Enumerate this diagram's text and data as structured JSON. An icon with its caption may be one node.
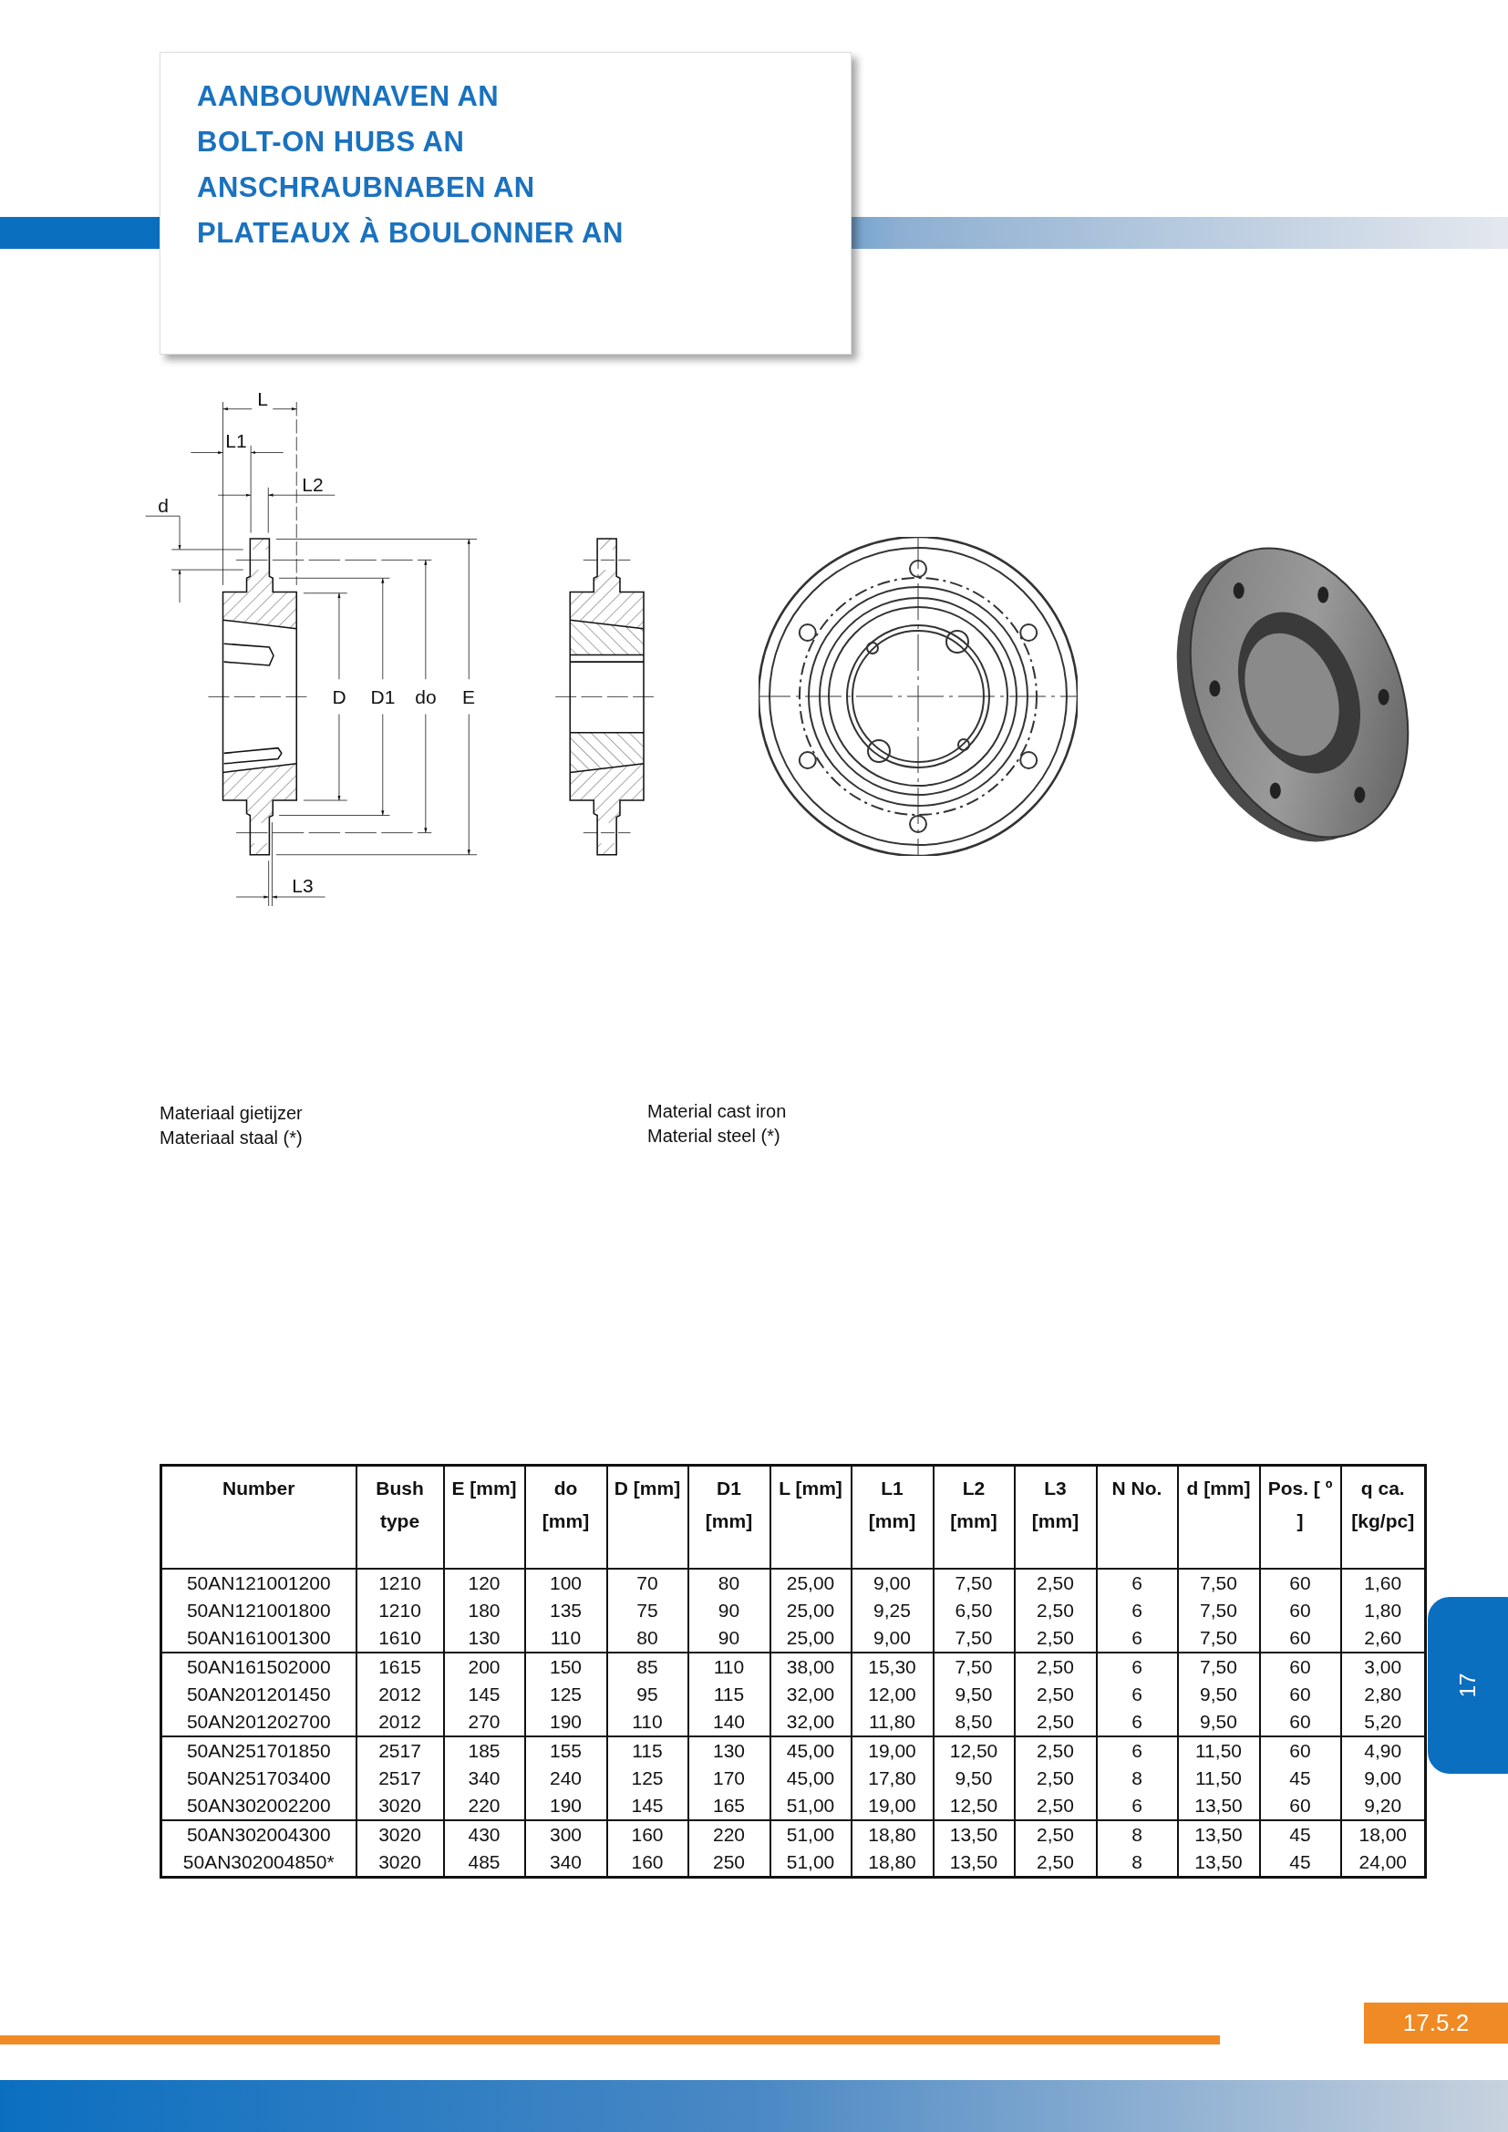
{
  "diagram": {
    "labels": [
      "AANBOUWNAVEN AN",
      "BOLT-ON HUBS AN",
      "ANSCHRAUBNABEN AN",
      "PLATEAUX À BOULONNER AN",
      "L",
      "L1",
      "L2",
      "d",
      "D",
      "D1",
      "do",
      "E",
      "L3",
      "Materiaal gietijzer",
      "Materiaal staal (*)",
      "Material cast iron",
      "Material steel (*)",
      "Number",
      "Bush type",
      "E [mm]",
      "do [mm]",
      "D [mm]",
      "D1 [mm]",
      "L [mm]",
      "L1 [mm]",
      "L2 [mm]",
      "L3 [mm]",
      "N No.",
      "d [mm]",
      "Pos. [ º ]",
      "q ca. [kg/pc]",
      "50AN121001200",
      "1210",
      "120",
      "100",
      "70",
      "80",
      "25,00",
      "9,00",
      "7,50",
      "2,50",
      "6",
      "7,50",
      "60",
      "1,60",
      "50AN121001800",
      "1210",
      "180",
      "135",
      "75",
      "90",
      "25,00",
      "9,25",
      "6,50",
      "2,50",
      "6",
      "7,50",
      "60",
      "1,80",
      "50AN161001300",
      "1610",
      "130",
      "110",
      "80",
      "90",
      "25,00",
      "9,00",
      "7,50",
      "2,50",
      "6",
      "7,50",
      "60",
      "2,60",
      "50AN161502000",
      "1615",
      "200",
      "150",
      "85",
      "110",
      "38,00",
      "15,30",
      "7,50",
      "2,50",
      "6",
      "7,50",
      "60",
      "3,00",
      "50AN201201450",
      "2012",
      "145",
      "125",
      "95",
      "115",
      "32,00",
      "12,00",
      "9,50",
      "2,50",
      "6",
      "9,50",
      "60",
      "2,80",
      "50AN201202700",
      "2012",
      "270",
      "190",
      "110",
      "140",
      "32,00",
      "11,80",
      "8,50",
      "2,50",
      "6",
      "9,50",
      "60",
      "5,20",
      "50AN251701850",
      "2517",
      "185",
      "155",
      "115",
      "130",
      "45,00",
      "19,00",
      "12,50",
      "2,50",
      "6",
      "11,50",
      "60",
      "4,90",
      "50AN251703400",
      "2517",
      "340",
      "240",
      "125",
      "170",
      "45,00",
      "17,80",
      "9,50",
      "2,50",
      "8",
      "11,50",
      "45",
      "9,00",
      "50AN302002200",
      "3020",
      "220",
      "190",
      "145",
      "165",
      "51,00",
      "19,00",
      "12,50",
      "2,50",
      "6",
      "13,50",
      "60",
      "9,20",
      "50AN302004300",
      "3020",
      "430",
      "300",
      "160",
      "220",
      "51,00",
      "18,80",
      "13,50",
      "2,50",
      "8",
      "13,50",
      "45",
      "18,00",
      "50AN302004850*",
      "3020",
      "485",
      "340",
      "160",
      "250",
      "51,00",
      "18,80",
      "13,50",
      "2,50",
      "8",
      "13,50",
      "45",
      "24,00",
      "17",
      "17.5.2"
    ]
  }
}
